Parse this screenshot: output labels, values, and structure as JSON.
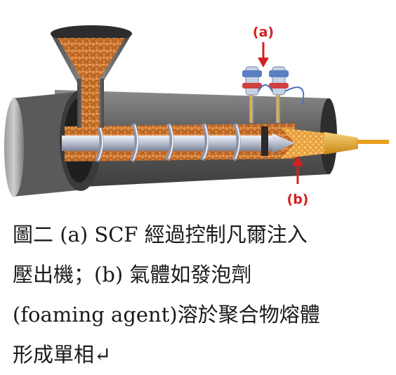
{
  "labels": {
    "a": "(a)",
    "b": "(b)"
  },
  "caption": {
    "line1": "圖二 (a) SCF 經過控制凡爾注入",
    "line2": "壓出機；(b) 氣體如發泡劑",
    "line3": "(foaming agent)溶於聚合物熔體",
    "line4": "形成單相↵"
  },
  "colors": {
    "accent_red": "#d42020",
    "pellet_orange": "#d2782d",
    "barrel_gray": "#6f6f6f",
    "screw_silver": "#c9cdd8",
    "nozzle_gold": "#e8a020"
  }
}
